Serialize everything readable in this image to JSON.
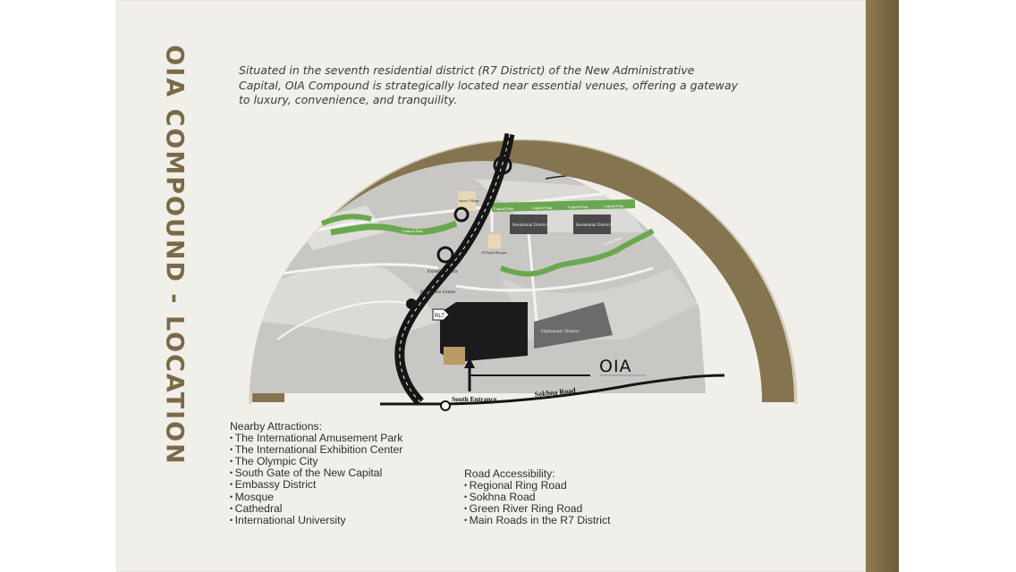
{
  "page": {
    "vertical_title": "OIA COMPOUND - LOCATION",
    "intro": "Situated in the seventh residential district (R7 District) of the New Administrative Capital, OIA Compound is strategically located near essential venues, offering a gateway to luxury, convenience, and tranquility."
  },
  "map": {
    "logo": "OIA",
    "labels": {
      "south_entrance": "South Entrance",
      "sokhna_road": "Sokhna Road",
      "exhibition_city": "Exhibition City",
      "exhibition_centre": "Exhibition Centre",
      "diplomatic_district": "Diplomatic District",
      "residential_district_1": "Residential District",
      "residential_district_2": "Residential District",
      "central_park_1": "Capital Park",
      "central_park_2": "Capital Park",
      "central_park_3": "Capital Park",
      "central_park_4": "Capital Park",
      "green_river_1": "Central Park",
      "green_river_2": "Central Park",
      "green_river_3": "Central Park",
      "sports_city": "Sports Village",
      "islamic_centre": "Al Fattah Mosque",
      "rlt": "RLT"
    },
    "colors": {
      "frame_arc": "#847450",
      "map_bg": "#c9c7c4",
      "green_strip": "#6aa84f",
      "compound": "#1b1b1b",
      "diplomatic": "#6b6b6b",
      "road": "#151515"
    }
  },
  "attractions": {
    "heading": "Nearby Attractions:",
    "items": [
      "The International Amusement Park",
      "The International Exhibition Center",
      "The Olympic City",
      "South Gate of the New Capital",
      "Embassy District",
      "Mosque",
      "Cathedral",
      "International University"
    ]
  },
  "roads": {
    "heading": "Road Accessibility:",
    "items": [
      "Regional Ring Road",
      "Sokhna Road",
      "Green River Ring Road",
      "Main Roads in the R7 District"
    ]
  }
}
